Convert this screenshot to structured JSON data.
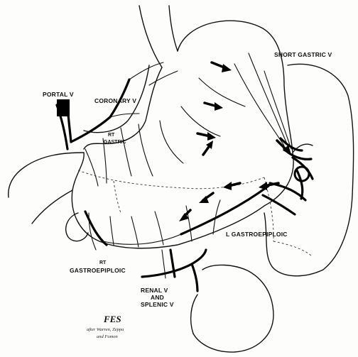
{
  "labels": {
    "portal_v": "PORTAL V",
    "coronary_v": "CORONARY V",
    "rt_gastric_1": "RT",
    "rt_gastric_2": "GASTRIC",
    "short_gastric_v": "SHORT GASTRIC V",
    "l_gastroepiploic": "L GASTROEPIPLOIC",
    "rt_gastroepiploic_1": "RT",
    "rt_gastroepiploic_2": "GASTROEPIPLOIC",
    "renal_1": "RENAL V",
    "renal_2": "AND",
    "renal_3": "SPLENIC V"
  },
  "signature": {
    "initials": "FES",
    "credit_line_1": "after Warren, Zeppa",
    "credit_line_2": "and Fomon"
  },
  "colors": {
    "ink": "#111111",
    "paper": "#fdfdfb"
  }
}
